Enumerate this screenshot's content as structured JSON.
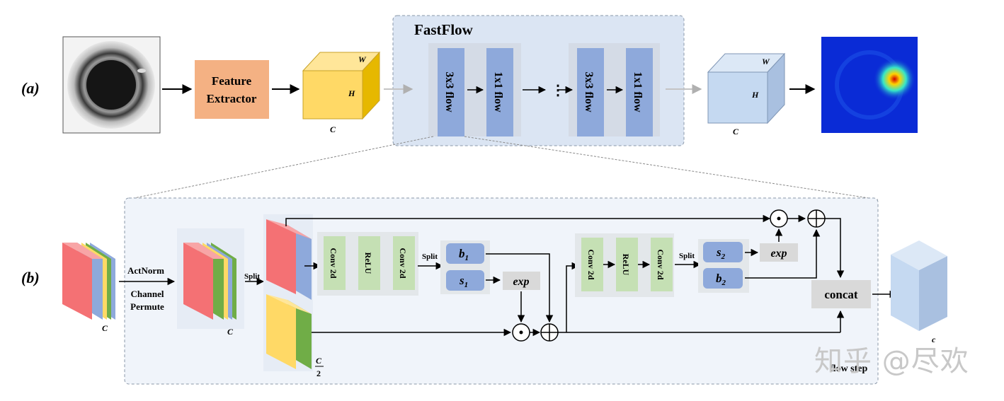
{
  "part_a": {
    "label": "(a)",
    "feature_extractor": [
      "Feature",
      "Extractor"
    ],
    "cube_in": {
      "w": "W",
      "h": "H",
      "c": "C"
    },
    "fastflow_title": "FastFlow",
    "flows": [
      "3x3 flow",
      "1x1 flow",
      "3x3 flow",
      "1x1 flow"
    ],
    "ellipsis": "⋮",
    "cube_out": {
      "w": "W",
      "h": "H",
      "c": "C"
    }
  },
  "part_b": {
    "label": "(b)",
    "c_label": "C",
    "actnorm": "ActNorm",
    "channel_permute": [
      "Channel",
      "Permute"
    ],
    "split": "Split",
    "half_num": "C",
    "half_den": "2",
    "block1": [
      "Conv 2d",
      "ReLU",
      "Conv 2d"
    ],
    "b1": "b",
    "b1_sub": "1",
    "s1": "s",
    "s1_sub": "1",
    "exp": "exp",
    "block2": [
      "Conv 2d",
      "ReLU",
      "Conv 2d"
    ],
    "s2": "s",
    "s2_sub": "2",
    "b2": "b",
    "b2_sub": "2",
    "concat": "concat",
    "flow_step": "flow step",
    "out_c": "c"
  },
  "watermark": "知乎 @尽欢",
  "colors": {
    "fastflow_bg": "#dbe5f3",
    "flow_block": "#8ea9db",
    "feature_box": "#f4b183",
    "cube_yellow": "#ffd966",
    "cube_blue": "#c5d9f1",
    "conv_green": "#c5e0b4",
    "var_blue": "#8ea9db",
    "gray_box": "#d9d9d9",
    "red": "#f47174",
    "yellow_layer": "#ffd966",
    "green_layer": "#70ad47",
    "blue_layer": "#8ea9db"
  }
}
